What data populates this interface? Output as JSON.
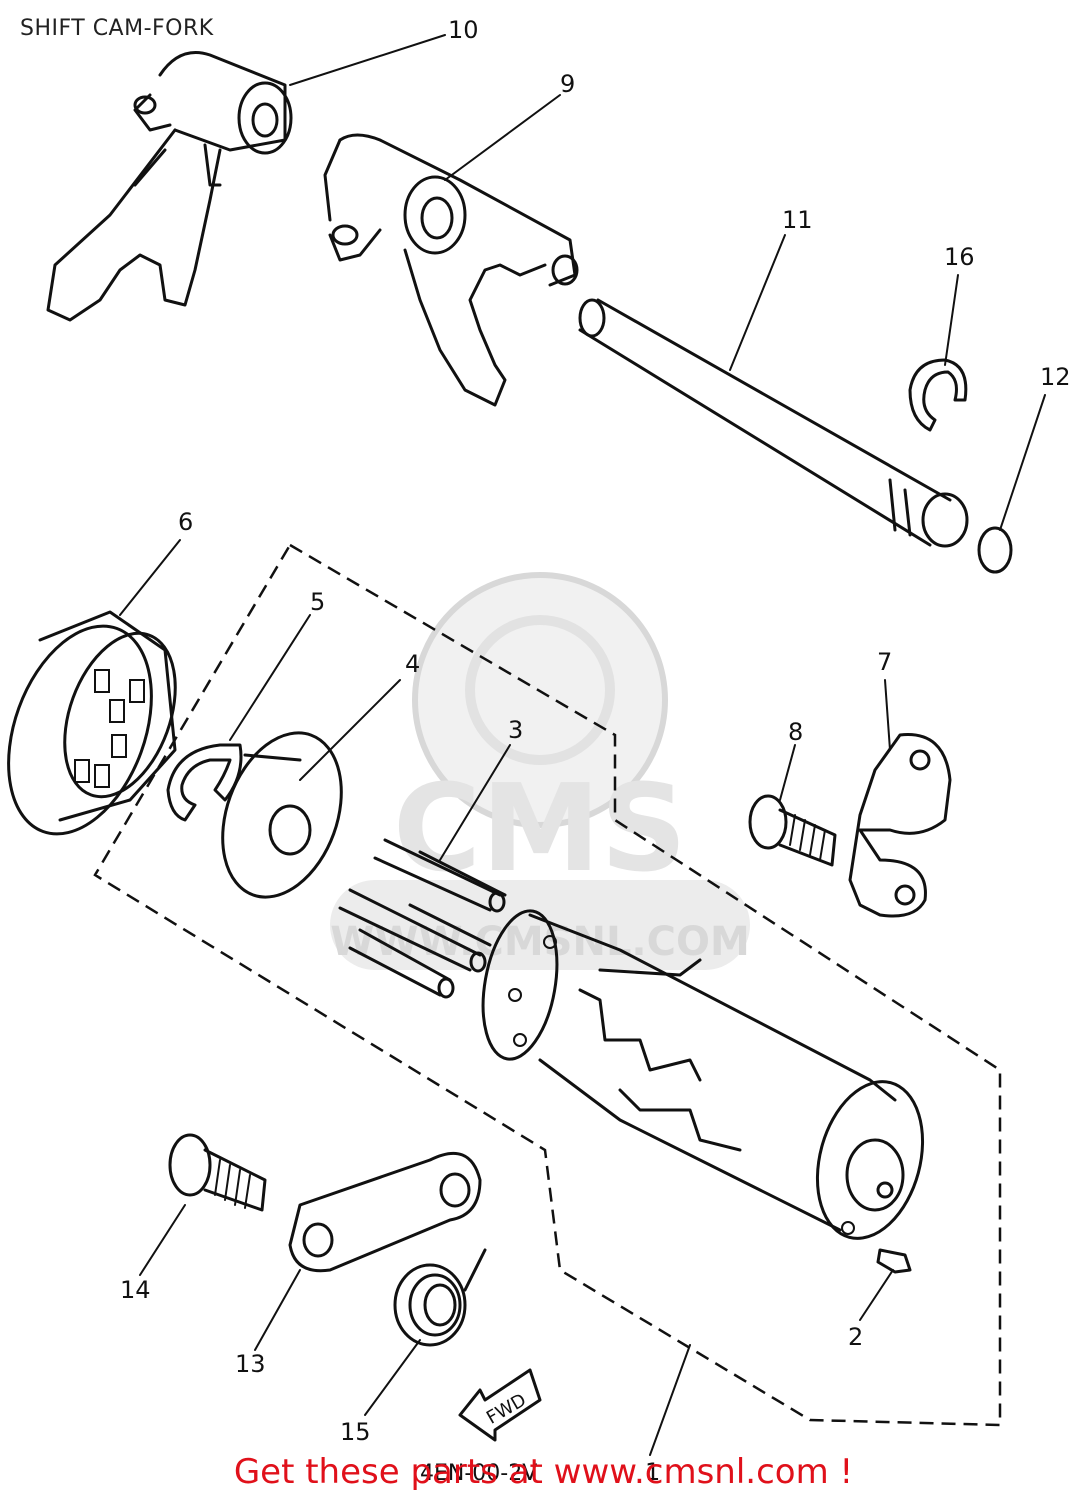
{
  "header": {
    "title": "SHIFT CAM-FORK"
  },
  "watermark": {
    "brand": "CMS",
    "site": "WWW.CMSNL.COM"
  },
  "fwd_label": "FWD",
  "assembly_ref": "4EN-00-2V",
  "footer": {
    "text": "Get these parts at www.cmsnl.com !"
  },
  "callouts": [
    {
      "id": "1",
      "part": "shift-cam-assembly"
    },
    {
      "id": "2",
      "part": "pin"
    },
    {
      "id": "3",
      "part": "pins"
    },
    {
      "id": "4",
      "part": "washer"
    },
    {
      "id": "5",
      "part": "circlip"
    },
    {
      "id": "6",
      "part": "bearing"
    },
    {
      "id": "7",
      "part": "plate"
    },
    {
      "id": "8",
      "part": "bolt"
    },
    {
      "id": "9",
      "part": "shift-fork-2"
    },
    {
      "id": "10",
      "part": "shift-fork-1"
    },
    {
      "id": "11",
      "part": "guide-bar"
    },
    {
      "id": "12",
      "part": "o-ring"
    },
    {
      "id": "13",
      "part": "stopper-lever"
    },
    {
      "id": "14",
      "part": "bolt"
    },
    {
      "id": "15",
      "part": "torsion-spring"
    },
    {
      "id": "16",
      "part": "circlip"
    }
  ],
  "colors": {
    "line": "#111111",
    "footer": "#e0101a",
    "watermark": "#e4e4e4"
  }
}
